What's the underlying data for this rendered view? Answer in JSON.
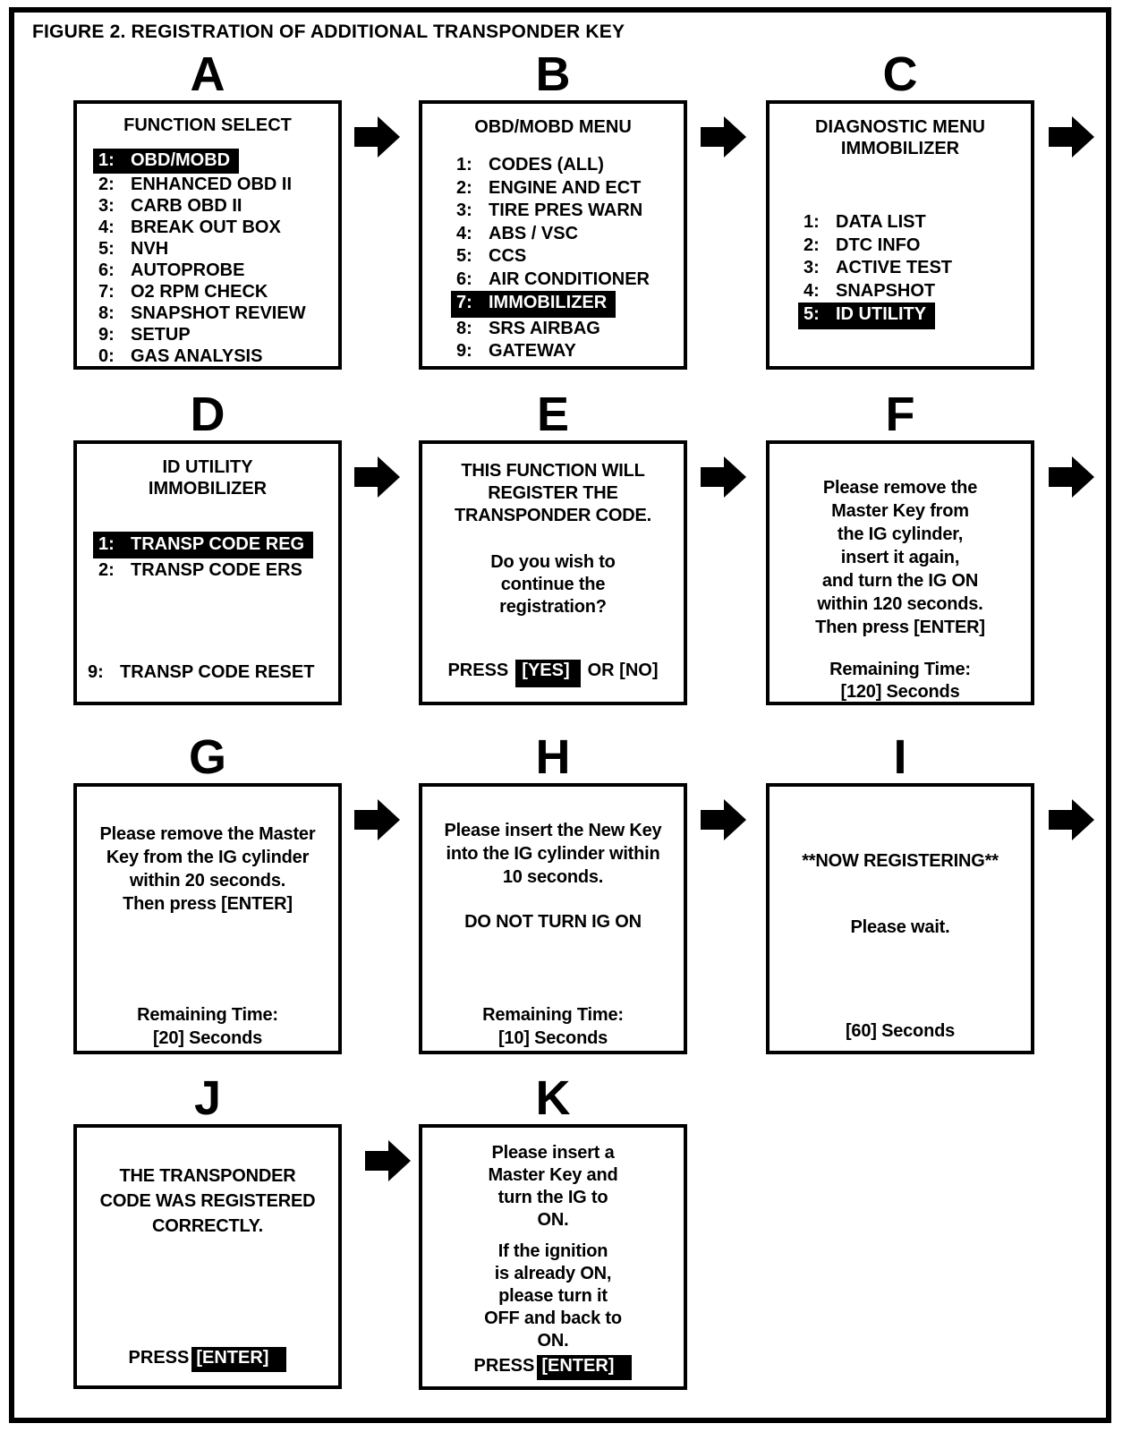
{
  "figure_title": "FIGURE 2.  REGISTRATION OF ADDITIONAL TRANSPONDER KEY",
  "panels": {
    "a": {
      "letter": "A",
      "title1": "FUNCTION SELECT",
      "items": [
        {
          "num": "1:",
          "label": "OBD/MOBD",
          "highlighted": true
        },
        {
          "num": "2:",
          "label": "ENHANCED OBD II",
          "highlighted": false
        },
        {
          "num": "3:",
          "label": "CARB OBD II",
          "highlighted": false
        },
        {
          "num": "4:",
          "label": "BREAK OUT BOX",
          "highlighted": false
        },
        {
          "num": "5:",
          "label": "NVH",
          "highlighted": false
        },
        {
          "num": "6:",
          "label": "AUTOPROBE",
          "highlighted": false
        },
        {
          "num": "7:",
          "label": "O2 RPM CHECK",
          "highlighted": false
        },
        {
          "num": "8:",
          "label": "SNAPSHOT REVIEW",
          "highlighted": false
        },
        {
          "num": "9:",
          "label": "SETUP",
          "highlighted": false
        },
        {
          "num": "0:",
          "label": "GAS ANALYSIS",
          "highlighted": false
        }
      ]
    },
    "b": {
      "letter": "B",
      "title1": "OBD/MOBD MENU",
      "items": [
        {
          "num": "1:",
          "label": "CODES (ALL)",
          "highlighted": false
        },
        {
          "num": "2:",
          "label": "ENGINE AND ECT",
          "highlighted": false
        },
        {
          "num": "3:",
          "label": "TIRE PRES WARN",
          "highlighted": false
        },
        {
          "num": "4:",
          "label": "ABS / VSC",
          "highlighted": false
        },
        {
          "num": "5:",
          "label": "CCS",
          "highlighted": false
        },
        {
          "num": "6:",
          "label": "AIR CONDITIONER",
          "highlighted": false
        },
        {
          "num": "7:",
          "label": "IMMOBILIZER",
          "highlighted": true
        },
        {
          "num": "8:",
          "label": "SRS AIRBAG",
          "highlighted": false
        },
        {
          "num": "9:",
          "label": "GATEWAY",
          "highlighted": false
        }
      ]
    },
    "c": {
      "letter": "C",
      "title1": "DIAGNOSTIC MENU",
      "title2": "IMMOBILIZER",
      "items": [
        {
          "num": "1:",
          "label": "DATA LIST",
          "highlighted": false
        },
        {
          "num": "2:",
          "label": "DTC INFO",
          "highlighted": false
        },
        {
          "num": "3:",
          "label": "ACTIVE TEST",
          "highlighted": false
        },
        {
          "num": "4:",
          "label": "SNAPSHOT",
          "highlighted": false
        },
        {
          "num": "5:",
          "label": "ID UTILITY",
          "highlighted": true
        }
      ]
    },
    "d": {
      "letter": "D",
      "title1": "ID UTILITY",
      "title2": "IMMOBILIZER",
      "items": [
        {
          "num": "1:",
          "label": "TRANSP CODE REG",
          "highlighted": true
        },
        {
          "num": "2:",
          "label": "TRANSP CODE ERS",
          "highlighted": false
        }
      ],
      "item9": {
        "num": "9:",
        "label": "TRANSP CODE RESET",
        "highlighted": false
      }
    },
    "e": {
      "letter": "E",
      "lines1": [
        "THIS FUNCTION WILL",
        "REGISTER THE",
        "TRANSPONDER CODE."
      ],
      "lines2": [
        "Do you wish to",
        "continue the",
        "registration?"
      ],
      "press": {
        "prefix": "PRESS",
        "key": "[YES]",
        "suffix": "OR [NO]",
        "key_highlighted": true
      }
    },
    "f": {
      "letter": "F",
      "lines1": [
        "Please remove the",
        "Master Key from",
        "the IG cylinder,",
        "insert it again,",
        "and turn the IG ON",
        "within 120 seconds.",
        "Then press [ENTER]"
      ],
      "lines2": [
        "Remaining Time:",
        "[120] Seconds"
      ]
    },
    "g": {
      "letter": "G",
      "lines1": [
        "Please remove the Master",
        "Key from the IG cylinder",
        "within 20 seconds.",
        "Then press [ENTER]"
      ],
      "lines2": [
        "Remaining Time:",
        "[20] Seconds"
      ]
    },
    "h": {
      "letter": "H",
      "lines1": [
        "Please insert the New Key",
        "into the IG cylinder within",
        "10 seconds."
      ],
      "warning": "DO NOT TURN IG ON",
      "lines2": [
        "Remaining Time:",
        "[10] Seconds"
      ]
    },
    "i": {
      "letter": "I",
      "line1": "**NOW REGISTERING**",
      "line2": "Please wait.",
      "line3": "[60] Seconds"
    },
    "j": {
      "letter": "J",
      "lines1": [
        "THE TRANSPONDER",
        "CODE WAS REGISTERED",
        "CORRECTLY."
      ],
      "press": {
        "prefix": "PRESS",
        "key": "[ENTER]",
        "key_highlighted": true
      }
    },
    "k": {
      "letter": "K",
      "lines1": [
        "Please insert a",
        "Master Key and",
        "turn the IG to",
        "ON."
      ],
      "lines2": [
        "If the ignition",
        "is already ON,",
        "please turn it",
        "OFF and back to",
        "ON."
      ],
      "press": {
        "prefix": "PRESS",
        "key": "[ENTER]",
        "key_highlighted": true
      }
    }
  }
}
